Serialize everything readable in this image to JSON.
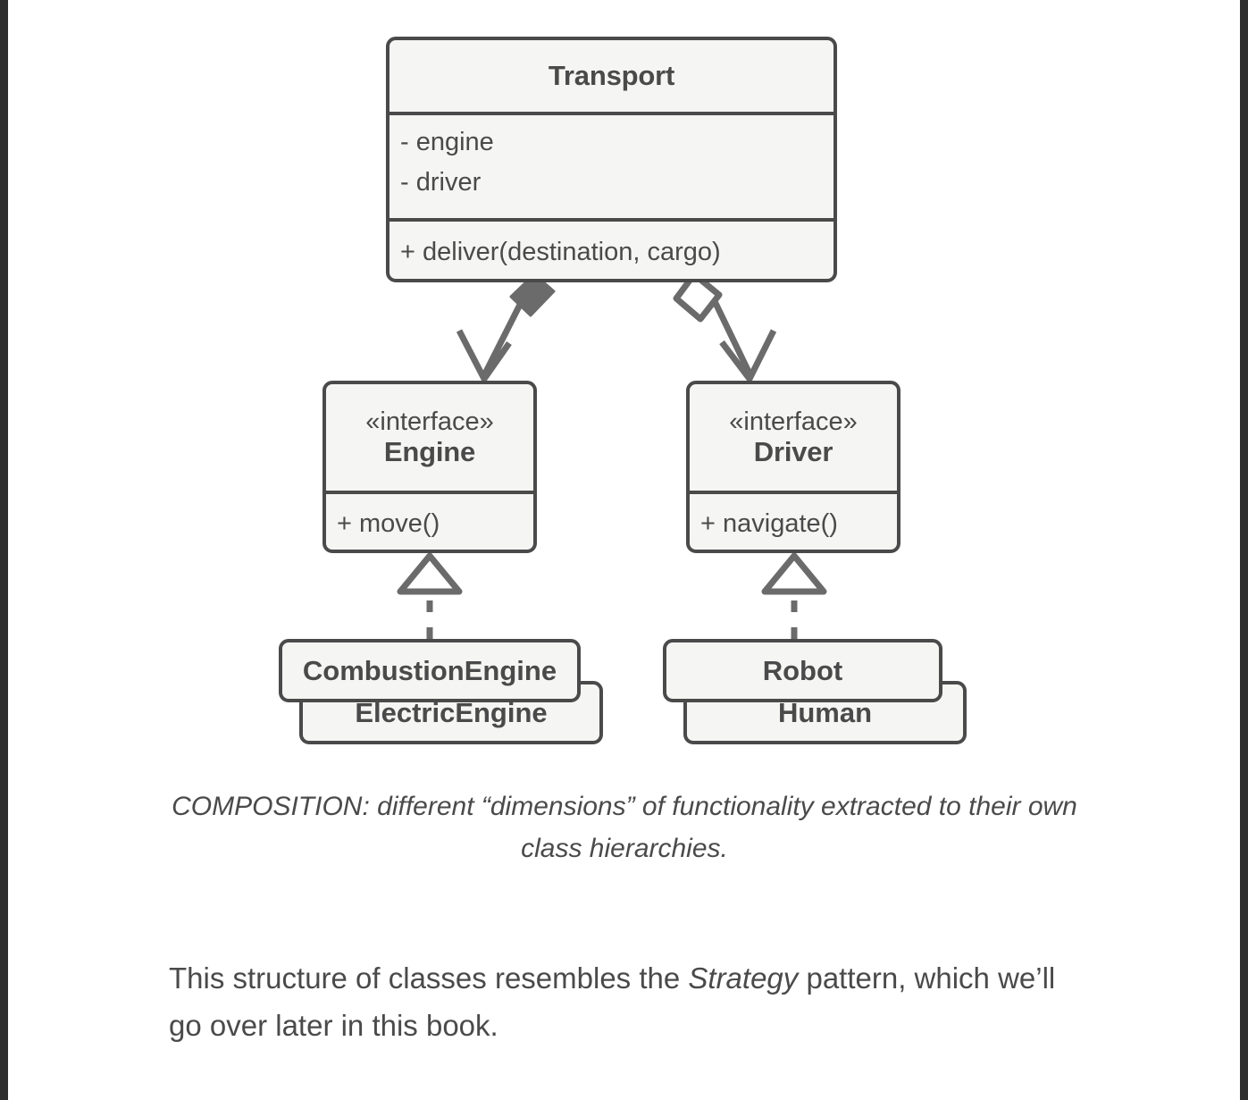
{
  "diagram": {
    "title": "UML class diagram: Bridge pattern composition",
    "classes": [
      {
        "id": "transport",
        "name": "Transport",
        "stereotype": "",
        "attributes": [
          "- engine",
          "- driver"
        ],
        "operations": [
          "+ deliver(destination, cargo)"
        ]
      },
      {
        "id": "engine",
        "name": "Engine",
        "stereotype": "«interface»",
        "attributes": [],
        "operations": [
          "+ move()"
        ]
      },
      {
        "id": "driver",
        "name": "Driver",
        "stereotype": "«interface»",
        "attributes": [],
        "operations": [
          "+ navigate()"
        ]
      }
    ],
    "leaf_classes": [
      {
        "id": "combustionengine",
        "name": "CombustionEngine"
      },
      {
        "id": "electricengine",
        "name": "ElectricEngine"
      },
      {
        "id": "robot",
        "name": "Robot"
      },
      {
        "id": "human",
        "name": "Human"
      }
    ],
    "relations": [
      {
        "from": "transport",
        "to": "engine",
        "type": "composition",
        "marker": "filled-diamond",
        "arrow": "open-arrow",
        "line": "solid"
      },
      {
        "from": "transport",
        "to": "driver",
        "type": "aggregation",
        "marker": "hollow-diamond",
        "arrow": "open-arrow",
        "line": "solid"
      },
      {
        "from": "combustionengine",
        "to": "engine",
        "type": "realization",
        "marker": "hollow-triangle",
        "line": "dashed"
      },
      {
        "from": "robot",
        "to": "driver",
        "type": "realization",
        "marker": "hollow-triangle",
        "line": "dashed"
      }
    ],
    "colors": {
      "box_fill": "#f5f5f4",
      "box_stroke": "#4a4a4a",
      "text": "#4a4a4a",
      "page_edge": "#2e2e2e",
      "background": "#ffffff"
    }
  },
  "caption": {
    "text": "COMPOSITION: different “dimensions” of functionality extracted to their own class hierarchies."
  },
  "body": {
    "part1": "This structure of classes resembles the ",
    "emphasis": "Strategy",
    "part2": " pattern, which we’ll go over later in this book."
  }
}
